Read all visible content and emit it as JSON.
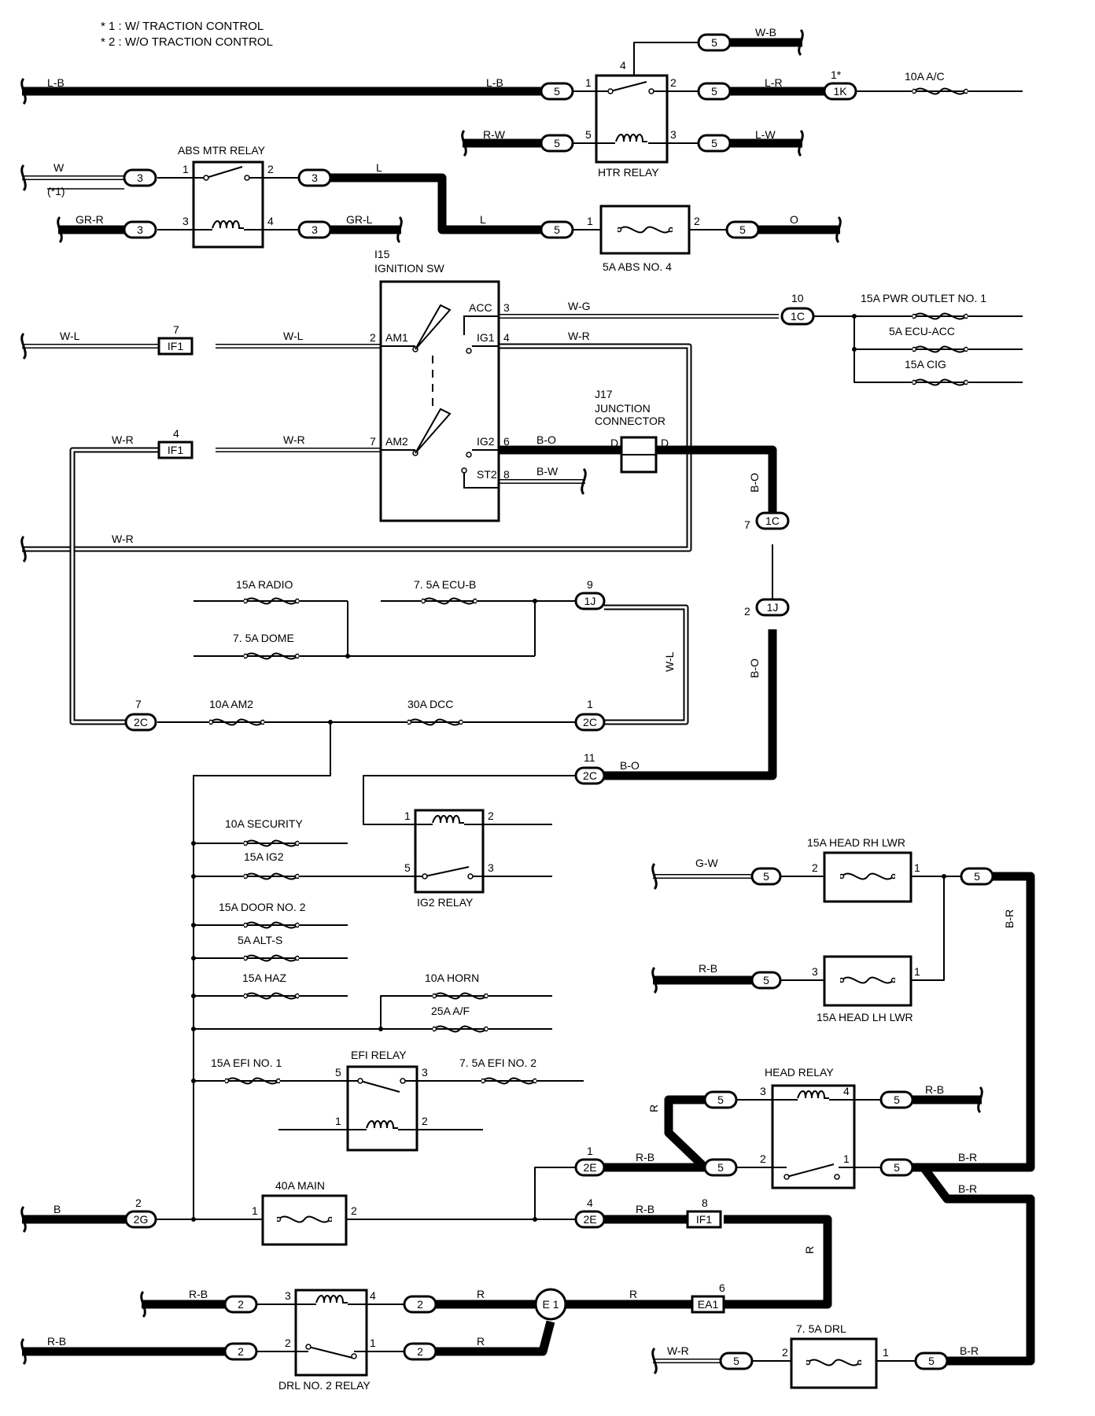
{
  "notes": [
    "* 1 : W/ TRACTION CONTROL",
    "* 2 : W/O TRACTION CONTROL"
  ],
  "components": {
    "htr_relay": "HTR RELAY",
    "abs_mtr_relay": "ABS MTR RELAY",
    "ignition_sw_code": "I15",
    "ignition_sw": "IGNITION SW",
    "j17_code": "J17",
    "j17_line1": "JUNCTION",
    "j17_line2": "CONNECTOR",
    "ig2_relay": "IG2 RELAY",
    "efi_relay": "EFI RELAY",
    "head_relay": "HEAD RELAY",
    "drl2_relay": "DRL NO. 2 RELAY"
  },
  "ign_terminals": [
    "ACC",
    "AM1",
    "IG1",
    "AM2",
    "IG2",
    "ST2"
  ],
  "fuses": {
    "ac": "10A A/C",
    "abs4": "5A ABS NO. 4",
    "pwr_outlet": "15A PWR OUTLET NO. 1",
    "ecu_acc": "5A ECU-ACC",
    "cig": "15A CIG",
    "radio": "15A RADIO",
    "ecu_b": "7. 5A ECU-B",
    "dome": "7. 5A DOME",
    "am2": "10A AM2",
    "dcc": "30A DCC",
    "security": "10A SECURITY",
    "ig2": "15A IG2",
    "door2": "15A DOOR NO. 2",
    "alt_s": "5A ALT-S",
    "haz": "15A HAZ",
    "horn": "10A HORN",
    "af": "25A A/F",
    "efi1": "15A EFI NO. 1",
    "efi2": "7. 5A EFI NO. 2",
    "main": "40A MAIN",
    "head_rh": "15A HEAD RH LWR",
    "head_lh": "15A HEAD LH LWR",
    "drl": "7. 5A DRL"
  },
  "connectors": {
    "c5": "5",
    "c3": "3",
    "c2": "2",
    "c1k": "1K",
    "c1c": "1C",
    "c1j": "1J",
    "c2c": "2C",
    "c2e": "2E",
    "c2g": "2G",
    "cif1": "IF1",
    "cea1": "EA1",
    "ce1": "E 1"
  },
  "wires": {
    "lb": "L-B",
    "wb": "W-B",
    "lr": "L-R",
    "rw": "R-W",
    "lw": "L-W",
    "w": "W",
    "w_note": "(*1)",
    "l": "L",
    "grr": "GR-R",
    "grl": "GR-L",
    "o": "O",
    "wg": "W-G",
    "wl": "W-L",
    "wr": "W-R",
    "bo": "B-O",
    "bw": "B-W",
    "gw": "G-W",
    "rb": "R-B",
    "br": "B-R",
    "r": "R",
    "b": "B"
  },
  "pins": {
    "p1": "1",
    "p2": "2",
    "p3": "3",
    "p4": "4",
    "p5": "5",
    "p6": "6",
    "p7": "7",
    "p8": "8",
    "p9": "9",
    "p10": "10",
    "p11": "11",
    "p1s": "1*"
  },
  "j17_pin": "D"
}
